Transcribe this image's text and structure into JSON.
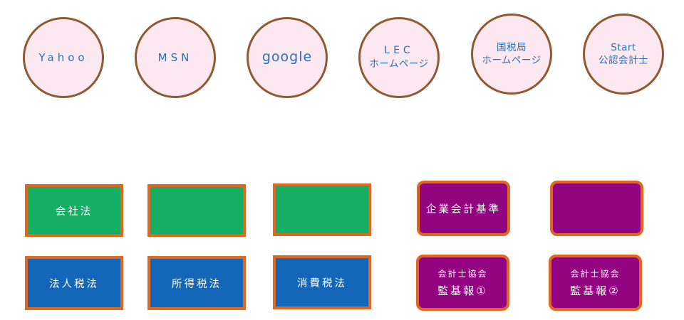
{
  "links": [
    {
      "lines": [
        "Yahoo"
      ]
    },
    {
      "lines": [
        "MSN"
      ]
    },
    {
      "lines": [
        "google"
      ]
    },
    {
      "lines": [
        "LEC",
        "ホームページ"
      ]
    },
    {
      "lines": [
        "国税局",
        "ホームページ"
      ]
    },
    {
      "lines": [
        "Start",
        "公認会計士"
      ]
    }
  ],
  "tiles": {
    "row1": [
      {
        "label": "会社法"
      },
      {
        "label": ""
      },
      {
        "label": ""
      },
      {
        "label": "企業会計基準"
      },
      {
        "label": ""
      }
    ],
    "row2": [
      {
        "label": "法人税法"
      },
      {
        "label": "所得税法"
      },
      {
        "label": "消費税法"
      },
      {
        "line1": "会計士協会",
        "line2": "監基報①"
      },
      {
        "line1": "会計士協会",
        "line2": "監基報②"
      }
    ]
  },
  "colors": {
    "circle_fill": "#fce8f1",
    "circle_border": "#8f5a32",
    "link_text": "#2a6fb4",
    "tile_border": "#e0671e",
    "green": "#16ae62",
    "blue": "#1467b8",
    "purple": "#930580"
  }
}
